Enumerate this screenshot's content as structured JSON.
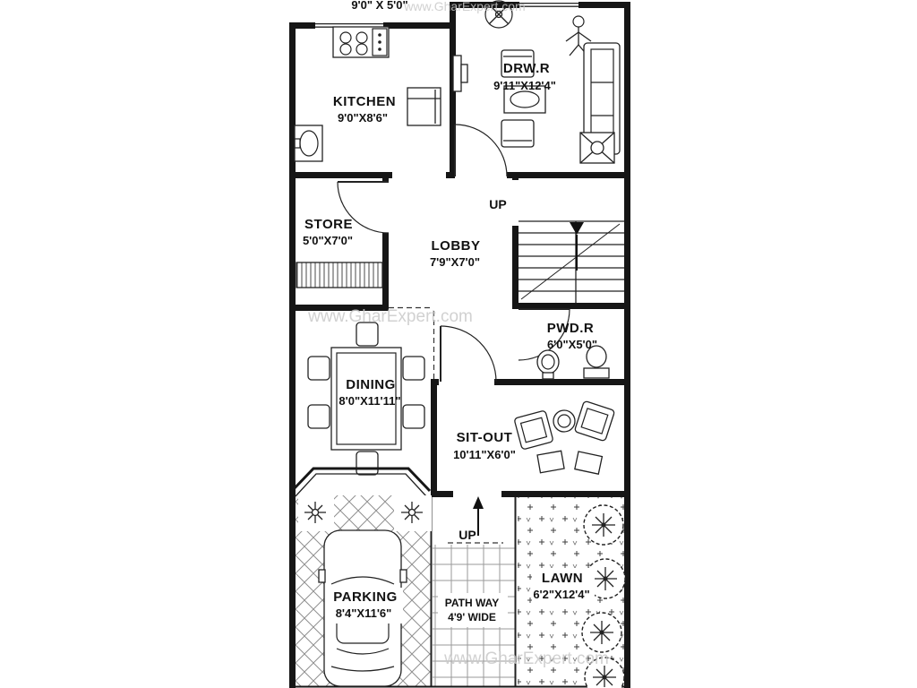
{
  "watermark": {
    "text": "www.GharExpert.com"
  },
  "plan": {
    "top_dim_label": "9'0\" X 5'0\"",
    "stairs_up_label": "UP",
    "path_up_label": "UP",
    "rooms": {
      "kitchen": {
        "name": "KITCHEN",
        "dims": "9'0\"X8'6\""
      },
      "drawing_room": {
        "name": "DRW.R",
        "dims": "9'11\"X12'4\""
      },
      "store": {
        "name": "STORE",
        "dims": "5'0\"X7'0\""
      },
      "lobby": {
        "name": "LOBBY",
        "dims": "7'9\"X7'0\""
      },
      "powder_room": {
        "name": "PWD.R",
        "dims": "6'0\"X5'0\""
      },
      "dining": {
        "name": "DINING",
        "dims": "8'0\"X11'11\""
      },
      "sit_out": {
        "name": "SIT-OUT",
        "dims": "10'11\"X6'0\""
      },
      "parking": {
        "name": "PARKING",
        "dims": "8'4\"X11'6\""
      },
      "path_way": {
        "name": "PATH WAY",
        "dims": "4'9' WIDE"
      },
      "lawn": {
        "name": "LAWN",
        "dims": "6'2\"X12'4\""
      }
    },
    "colors": {
      "wall": "#161616",
      "watermark": "#c9c9c9"
    }
  }
}
